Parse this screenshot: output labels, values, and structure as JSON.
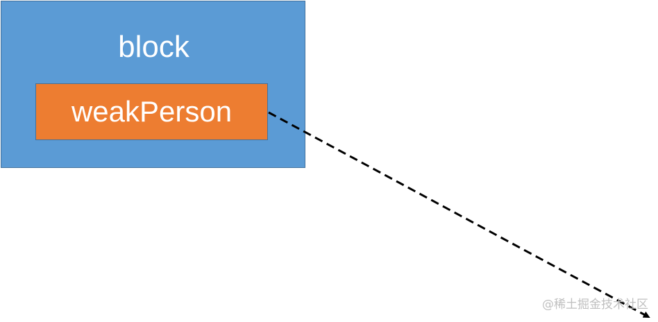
{
  "diagram": {
    "outer_block": {
      "label": "block",
      "fill": "#5b9bd5",
      "border": "#41719c"
    },
    "inner_box": {
      "label": "weakPerson",
      "fill": "#ed7d31",
      "border": "#41719c"
    },
    "arrow": {
      "style": "dashed",
      "color": "#000000",
      "from": "weakPerson",
      "to": "off-screen"
    }
  },
  "watermark": {
    "text": "@稀土掘金技术社区"
  }
}
